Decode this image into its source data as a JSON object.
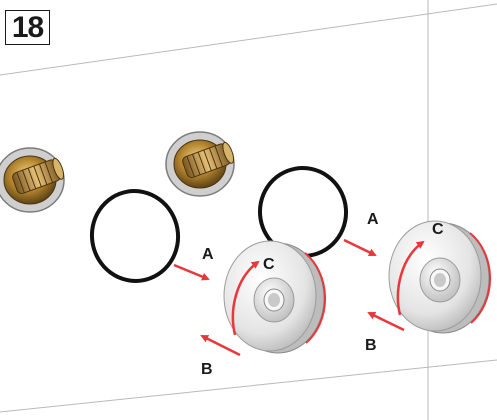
{
  "step": {
    "number": "18"
  },
  "callouts": {
    "a1": "A",
    "b1": "B",
    "c1": "C",
    "a2": "A",
    "b2": "B",
    "c2": "C"
  },
  "colors": {
    "arrow": "#e8383b",
    "brass": "#b5862f",
    "ring": "#111111",
    "disc": "#dcdcdc",
    "wall_line": "#b9b9b9"
  },
  "icons": [
    "valve-cartridge-icon",
    "o-ring-icon",
    "escutcheon-disc-icon",
    "arrow-icon"
  ]
}
